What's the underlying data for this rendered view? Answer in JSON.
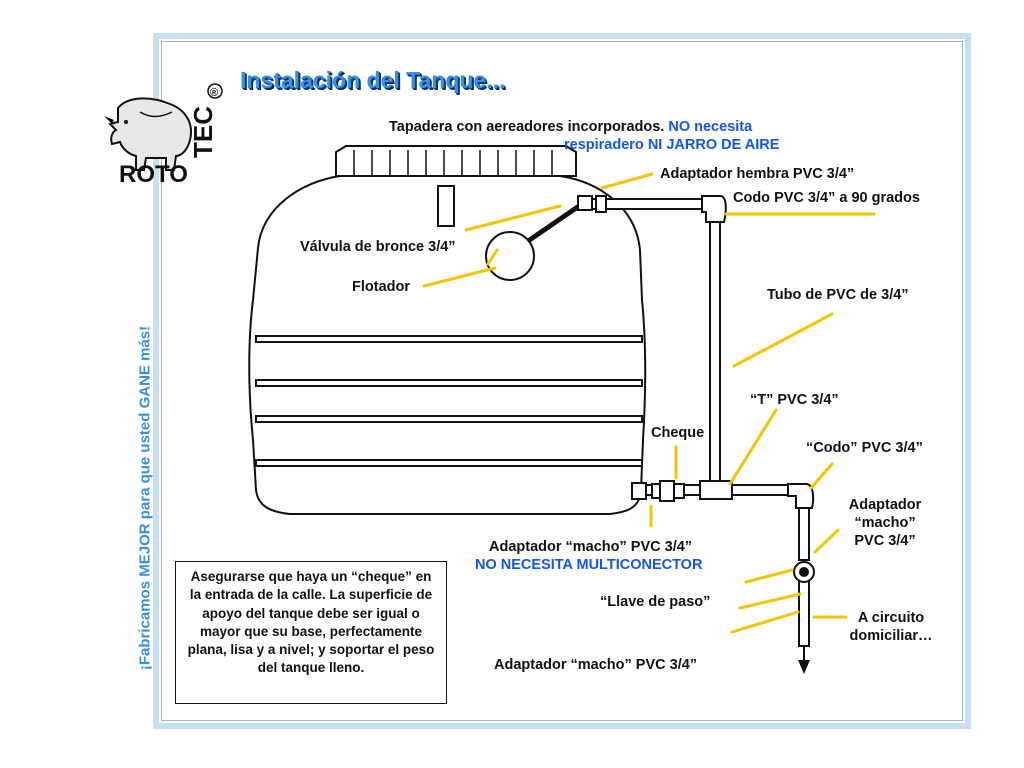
{
  "title": "Instalación del Tanque...",
  "side_slogan": "¡Fabricamos MEJOR para que usted GANE más!",
  "logo": {
    "word1": "ROTO",
    "word2": "TEC",
    "registered": "®"
  },
  "labels": {
    "tapadera_black": "Tapadera con aereadores incorporados.",
    "tapadera_blue_1": "NO necesita",
    "tapadera_blue_2": "respiradero NI JARRO DE AIRE",
    "adaptador_hembra": "Adaptador hembra PVC 3/4”",
    "codo_90": "Codo PVC 3/4” a 90 grados",
    "valvula": "Válvula de bronce 3/4”",
    "flotador": "Flotador",
    "tubo": "Tubo de PVC de 3/4”",
    "t_pvc": "“T” PVC 3/4”",
    "cheque": "Cheque",
    "codo": "“Codo” PVC 3/4”",
    "adaptador_macho_right_1": "Adaptador",
    "adaptador_macho_right_2": "“macho”",
    "adaptador_macho_right_3": "PVC 3/4”",
    "adaptador_macho_mid": "Adaptador “macho” PVC 3/4”",
    "no_multiconector": "NO NECESITA MULTICONECTOR",
    "llave": "“Llave de paso”",
    "a_circuito_1": "A circuito",
    "a_circuito_2": "domiciliar…",
    "adaptador_macho_bottom": "Adaptador “macho” PVC 3/4”"
  },
  "note": "Asegurarse que haya un “cheque” en la entrada de la calle. La superficie de apoyo del tanque debe ser igual o mayor que su base, perfectamente plana, lisa y a nivel; y soportar el peso del tanque lleno.",
  "colors": {
    "pointer": "#f4c400",
    "title": "#3b8fe0",
    "blue_text": "#1456e6",
    "frame": "#c7dff4"
  },
  "icons": [
    "rhino-logo-icon",
    "water-tank-icon",
    "float-ball-icon",
    "check-valve-icon",
    "shutoff-valve-icon",
    "flow-arrow-icon"
  ]
}
